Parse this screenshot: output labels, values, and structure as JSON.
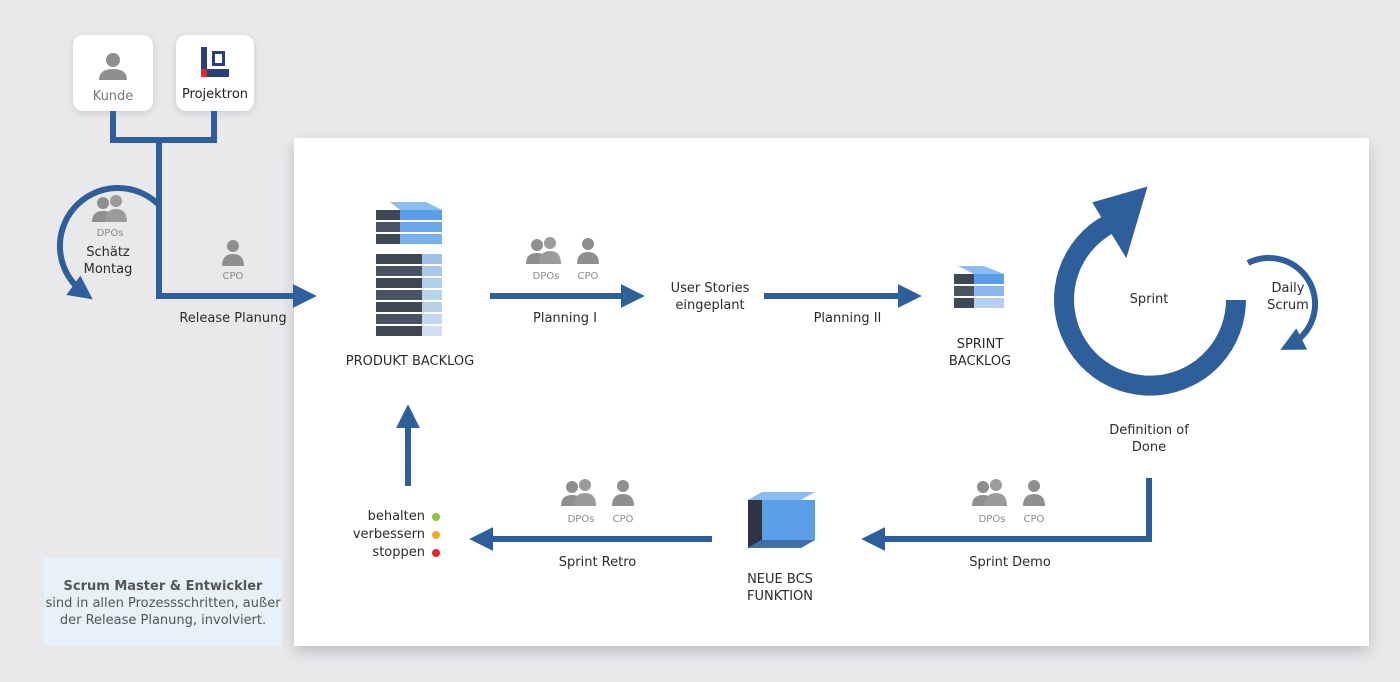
{
  "actors": {
    "kunde": "Kunde",
    "projektron": "Projektron"
  },
  "schaetz": {
    "role": "DPOs",
    "line1": "Schätz",
    "line2": "Montag"
  },
  "release": {
    "role": "CPO",
    "label": "Release Planung"
  },
  "produkt_backlog": "PRODUKT BACKLOG",
  "planning1": {
    "role1": "DPOs",
    "role2": "CPO",
    "label": "Planning I"
  },
  "user_stories": {
    "line1": "User Stories",
    "line2": "eingeplant"
  },
  "planning2": "Planning II",
  "sprint_backlog": {
    "line1": "SPRINT",
    "line2": "BACKLOG"
  },
  "sprint": "Sprint",
  "daily_scrum": {
    "line1": "Daily",
    "line2": "Scrum"
  },
  "definition_of_done": {
    "line1": "Definition of",
    "line2": "Done"
  },
  "sprint_demo": {
    "role1": "DPOs",
    "role2": "CPO",
    "label": "Sprint Demo"
  },
  "neue_bcs": {
    "line1": "NEUE BCS",
    "line2": "FUNKTION"
  },
  "sprint_retro": {
    "role1": "DPOs",
    "role2": "CPO",
    "label": "Sprint Retro"
  },
  "retro_outcomes": [
    {
      "label": "behalten",
      "color": "#8dc63f"
    },
    {
      "label": "verbessern",
      "color": "#f5a623"
    },
    {
      "label": "stoppen",
      "color": "#e3262b"
    }
  ],
  "note": {
    "bold": "Scrum Master & Entwickler",
    "line2": "sind in allen Prozessschritten, außer",
    "line3": "der Release Planung, involviert."
  },
  "colors": {
    "arrow": "#2f5f9b",
    "person": "#8f8f8f",
    "block_light": "#5c9ee6",
    "block_dark": "#3f4654"
  }
}
